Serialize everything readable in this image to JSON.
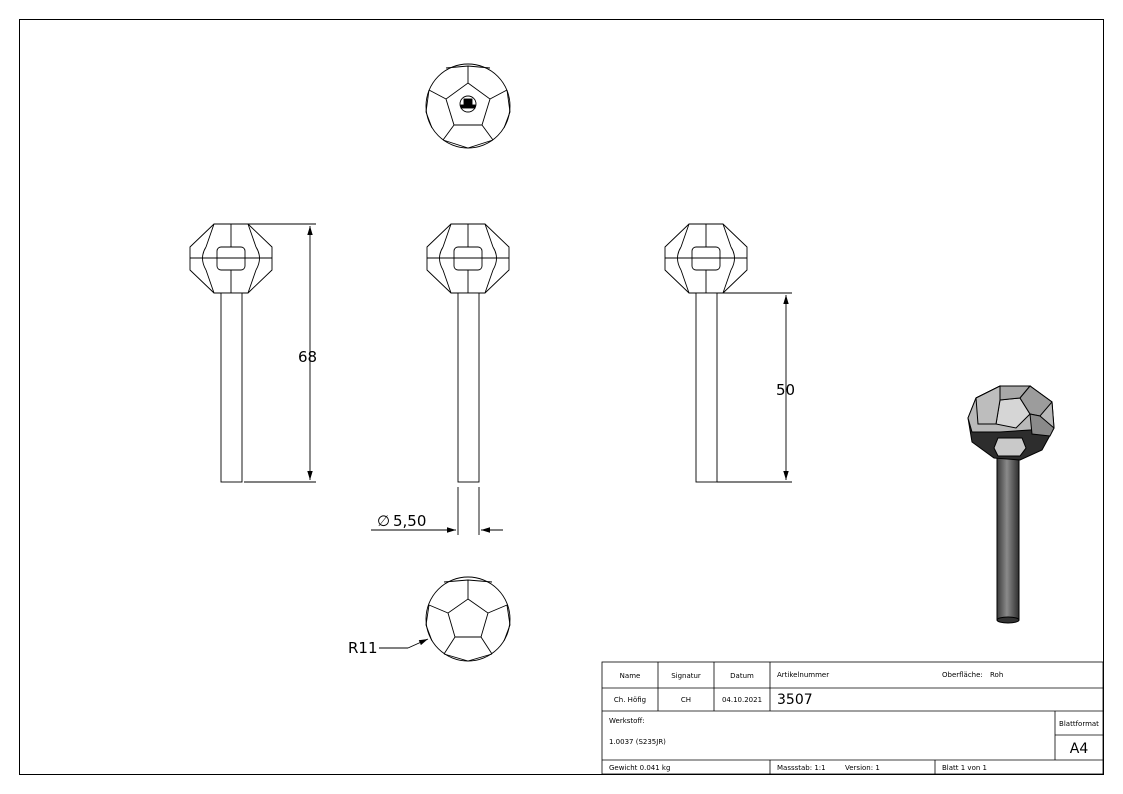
{
  "dimensions": {
    "overall_length": "68",
    "shaft_length": "50",
    "shaft_diameter": "5,50",
    "diameter_symbol": "∅",
    "head_radius": "R11"
  },
  "title_block": {
    "name_label": "Name",
    "signatur_label": "Signatur",
    "datum_label": "Datum",
    "artikel_label": "Artikelnummer",
    "oberflaeche_label": "Oberfläche:",
    "oberflaeche_value": "Roh",
    "name_value": "Ch. Höfig",
    "signatur_value": "CH",
    "datum_value": "04.10.2021",
    "artikel_value": "3507",
    "werkstoff_label": "Werkstoff:",
    "werkstoff_value": "1.0037 (S235JR)",
    "blattformat_label": "Blattformat",
    "blattformat_value": "A4",
    "gewicht": "Gewicht 0.041 kg",
    "massstab": "Massstab: 1:1",
    "version": "Version: 1",
    "blatt": "Blatt 1 von 1"
  }
}
